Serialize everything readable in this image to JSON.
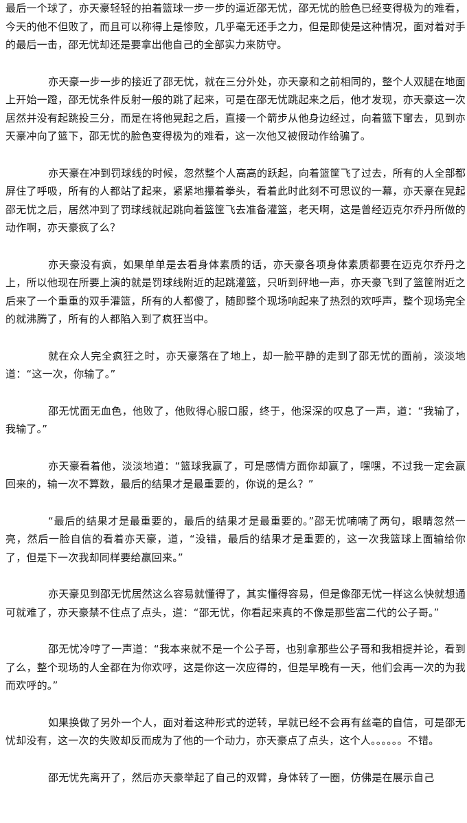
{
  "paragraphs": [
    "最后一个球了，亦天豪轻轻的拍着篮球一步一步的逼近邵无忧，邵无忧的脸色已经变得极为的难看，今天的他不但败了，而且可以称得上是惨败，几乎毫无还手之力，但是即使是这种情况，面对着对手的最后一击，邵无忧却还是要拿出他自己的全部实力来防守。",
    "亦天豪一步一步的接近了邵无忧，就在三分外处，亦天豪和之前相同的，整个人双腿在地面上开始一蹬，邵无忧条件反射一般的跳了起来，可是在邵无忧跳起来之后，他才发现，亦天豪这一次居然并没有起跳投三分，而是在将他晃起之后，直接一个箭步从他身边经过，向着篮下窜去，见到亦天豪冲向了篮下，邵无忧的脸色变得极为的难看，这一次他又被假动作给骗了。",
    "亦天豪在冲到罚球线的时候，忽然整个人高高的跃起，向着篮筐飞了过去，所有的人全部都屏住了呼吸，所有的人都站了起来，紧紧地攥着拳头，看着此时此刻不可思议的一幕，亦天豪在晃起邵无忧之后，居然冲到了罚球线就起跳向着篮筐飞去准备灌篮，老天啊，这是曾经迈克尔乔丹所做的动作啊，亦天豪疯了么？",
    "亦天豪没有疯，如果单单是去看身体素质的话，亦天豪各项身体素质都要在迈克尔乔丹之上，所以他现在所要上演的就是罚球线附近的起跳灌篮，只听到砰地一声，亦天豪飞到了篮筐附近之后来了一个重重的双手灌篮，所有的人都傻了，随即整个现场响起来了热烈的欢呼声，整个现场完全的就沸腾了，所有的人都陷入到了疯狂当中。",
    "就在众人完全疯狂之时，亦天豪落在了地上，却一脸平静的走到了邵无忧的面前，淡淡地道：“这一次，你输了。”",
    "邵无忧面无血色，他败了，他败得心服口服，终于，他深深的叹息了一声，道：“我输了，我输了。”",
    "亦天豪看着他，淡淡地道：“篮球我赢了，可是感情方面你却赢了，嘿嘿，不过我一定会赢回来的，输一次不算数，最后的结果才是最重要的，你说的是么？”",
    "“最后的结果才是最重要的，最后的结果才是最重要的。”邵无忧喃喃了两句，眼睛忽然一亮，然后一脸自信的看着亦天豪，道，“没错，最后的结果才是重要的，这一次我篮球上面输给你了，但是下一次我却同样要给赢回来。”",
    "亦天豪见到邵无忧居然这么容易就懂得了，其实懂得容易，但是像邵无忧一样这么快就想通可就难了，亦天豪禁不住点了点头，道：“邵无忧，你看起来真的不像是那些富二代的公子哥。”",
    "邵无忧冷哼了一声道：“我本来就不是一个公子哥，也别拿那些公子哥和我相提并论，看到了么，整个现场的人全都在为你欢呼，这是你这一次应得的，但是早晚有一天，他们会再一次的为我而欢呼的。”",
    "如果换做了另外一个人，面对着这种形式的逆转，早就已经不会再有丝毫的自信，可是邵无忧却没有，这一次的失败却反而成为了他的一个动力，亦天豪点了点头，这个人。。。。。。不错。",
    "邵无忧先离开了，然后亦天豪举起了自己的双臂，身体转了一圈，仿佛是在展示自己"
  ]
}
